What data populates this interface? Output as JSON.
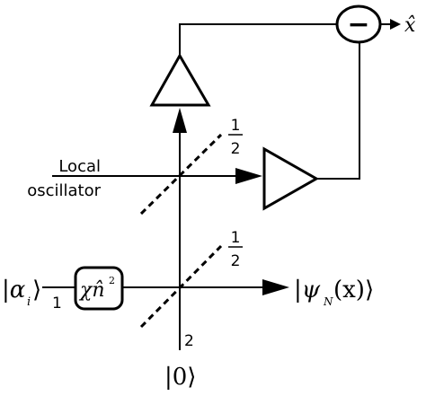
{
  "diagram": {
    "input_state": "|α",
    "input_subscript": "i",
    "input_close": "⟩",
    "input_port": "1",
    "kerr_label": "χn̂",
    "kerr_exponent": "2",
    "vacuum_state": "|0⟩",
    "vacuum_port": "2",
    "output_state": "|ψ",
    "output_subscript": "N",
    "output_tail": "(x)⟩",
    "bs_lower_num": "1",
    "bs_lower_den": "2",
    "bs_upper_num": "1",
    "bs_upper_den": "2",
    "local_osc_line1": "Local",
    "local_osc_line2": "oscillator",
    "subtractor_symbol": "−",
    "measurement_output": "x̂"
  }
}
